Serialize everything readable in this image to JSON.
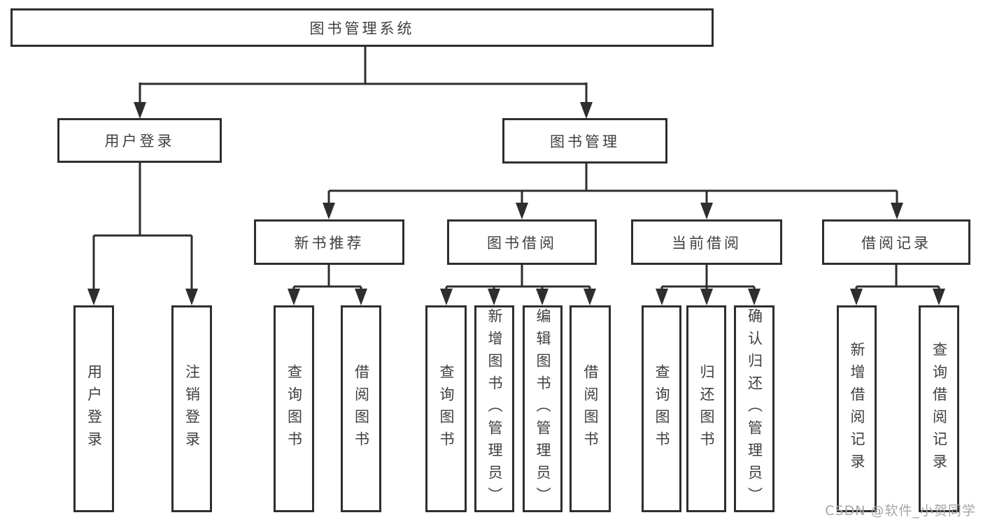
{
  "diagram": {
    "title": "图书管理系统",
    "nodes": {
      "root": "图书管理系统",
      "user_login": "用户登录",
      "book_management": "图书管理",
      "new_book_recommend": "新书推荐",
      "book_borrowing": "图书借阅",
      "current_borrowing": "当前借阅",
      "borrowing_records": "借阅记录",
      "leaves": {
        "user_login": "用户登录",
        "logout": "注销登录",
        "query_books_recommend": "查询图书",
        "borrow_books_recommend": "借阅图书",
        "query_books_borrow": "查询图书",
        "add_book_admin": "新增图书（管理员）",
        "edit_book_admin": "编辑图书（管理员）",
        "borrow_books_borrow": "借阅图书",
        "query_books_current": "查询图书",
        "return_books": "归还图书",
        "confirm_return_admin": "确认归还（管理员）",
        "add_borrow_record": "新增借阅记录",
        "query_borrow_record": "查询借阅记录"
      }
    },
    "colors": {
      "line": "#2e2e2e",
      "box_border": "#2e2e2e",
      "text": "#3f3f3f",
      "watermark": "#a6a6a6",
      "background": "#ffffff"
    }
  },
  "watermark": "CSDN @软件_小贺同学"
}
